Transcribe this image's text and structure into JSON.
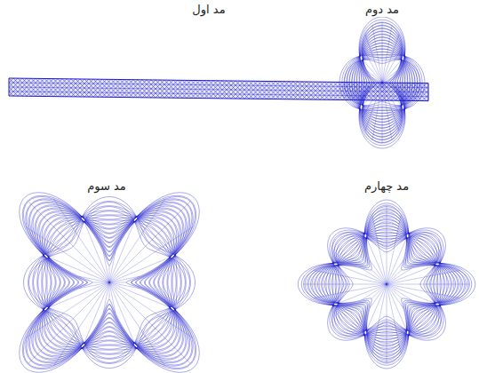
{
  "diagram": {
    "labels": [
      "مد اول",
      "مد دوم",
      "مد سوم",
      "مد چهارم"
    ]
  }
}
